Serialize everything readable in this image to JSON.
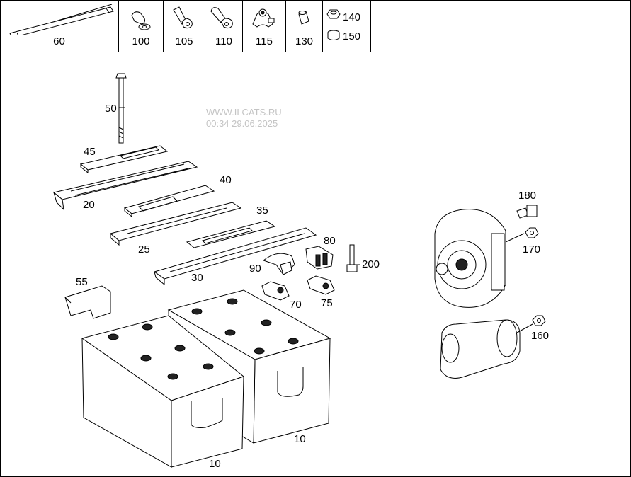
{
  "watermark": {
    "site": "WWW.ILCATS.RU",
    "timestamp": "00:34 29.06.2025"
  },
  "legend": [
    {
      "id": "60",
      "icon": "rod-icon"
    },
    {
      "id": "100",
      "icon": "clip-icon"
    },
    {
      "id": "105",
      "icon": "ring-terminal-icon"
    },
    {
      "id": "110",
      "icon": "ring-terminal-bent-icon"
    },
    {
      "id": "115",
      "icon": "clamp-terminal-icon"
    },
    {
      "id": "130",
      "icon": "sleeve-icon"
    },
    {
      "id": "140",
      "icon": "hex-nut-icon"
    },
    {
      "id": "150",
      "icon": "cap-nut-icon"
    }
  ],
  "callouts": {
    "p50": "50",
    "p45": "45",
    "p20": "20",
    "p40": "40",
    "p35": "35",
    "p25": "25",
    "p80": "80",
    "p200": "200",
    "p90": "90",
    "p30": "30",
    "p55": "55",
    "p70": "70",
    "p75": "75",
    "p10a": "10",
    "p10b": "10",
    "p180": "180",
    "p170": "170",
    "p160": "160"
  }
}
